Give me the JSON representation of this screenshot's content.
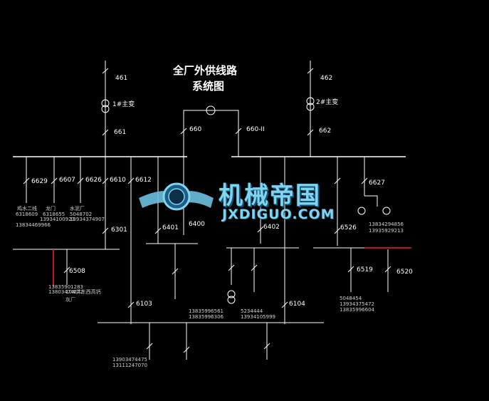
{
  "title": {
    "line1": "全厂外供线路",
    "line2": "系统图"
  },
  "watermark": {
    "cn": "机械帝国",
    "en": "JXDIGUO.COM",
    "color": "#7fd4f0"
  },
  "colors": {
    "line": "#ffffff",
    "highlight": "#ff2020",
    "background": "#000000"
  },
  "labels": {
    "s461": "461",
    "s462": "462",
    "t1": "1#主变",
    "t2": "2#主变",
    "s661": "661",
    "s662": "662",
    "s660": "660",
    "s660b": "660-II",
    "s6629": "6629",
    "s6607": "6607",
    "s6626": "6626",
    "s6610": "6610",
    "s6612": "6612",
    "s6627": "6627",
    "s6301": "6301",
    "s6401": "6401",
    "s6400": "6400",
    "s6402": "6402",
    "s6526": "6526",
    "s6508": "6508",
    "s6103": "6103",
    "s6104": "6104",
    "s6519": "6519",
    "s6520": "6520"
  },
  "notes": {
    "n1": "鸡水二线",
    "n2": "龙门",
    "n3": "水泥厂",
    "n4": "6318609",
    "n5": "6318655",
    "n6": "5048702",
    "n7": "13934100923",
    "n8": "13934374907",
    "n9": "13834469966",
    "n10": "13834294856",
    "n11": "13935929213",
    "n12": "13835901283",
    "n13": "13803474272",
    "n14": "10#井东西高钙",
    "n15": "灰厂",
    "n16": "13835996561",
    "n17": "13835996306",
    "n18": "5234444",
    "n19": "13934105999",
    "n20": "5048454",
    "n21": "13934375472",
    "n22": "13835996604",
    "n23": "13903474475",
    "n24": "13111247070"
  }
}
